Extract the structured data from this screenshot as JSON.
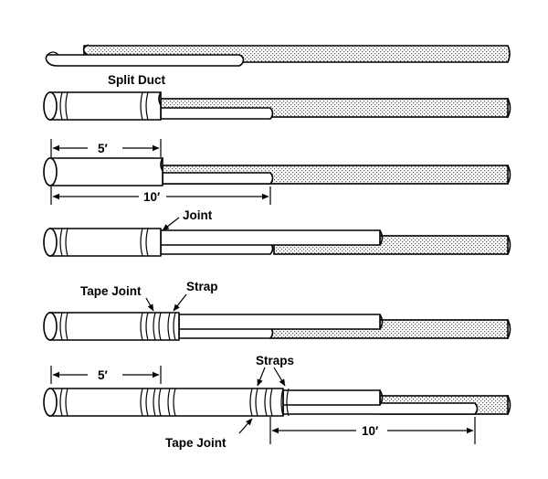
{
  "labels": {
    "split_duct": "Split Duct",
    "dim_5_top": "5′",
    "dim_10_top": "10′",
    "joint": "Joint",
    "tape_joint_1": "Tape Joint",
    "strap": "Strap",
    "dim_5_bottom": "5′",
    "straps": "Straps",
    "tape_joint_2": "Tape Joint",
    "dim_10_bottom": "10′"
  }
}
